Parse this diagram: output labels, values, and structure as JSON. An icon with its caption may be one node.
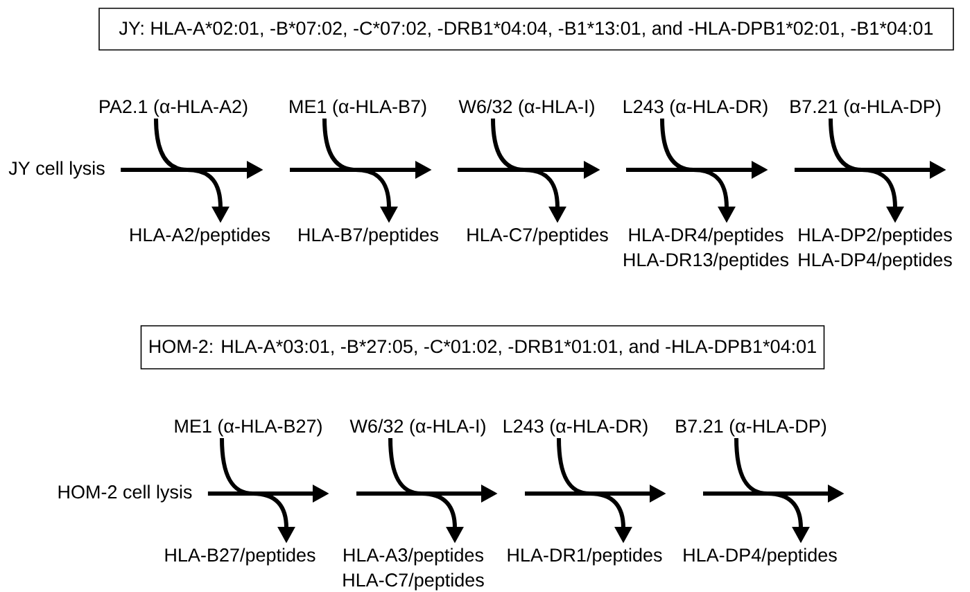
{
  "diagram": {
    "nodes": [
      {
        "text": [
          "JY: HLA-A*02:01, -B*07:02, -C*07:02, -DRB1*04:04, -B1*13:01, and -HLA-DPB1*02:01, -B1*04:01"
        ]
      },
      {
        "text": [
          "JY cell lysis"
        ]
      },
      {
        "text": [
          "PA2.1 (α-HLA-A2)"
        ]
      },
      {
        "text": [
          "ME1 (α-HLA-B7)"
        ]
      },
      {
        "text": [
          "W6/32 (α-HLA-I)"
        ]
      },
      {
        "text": [
          "L243 (α-HLA-DR)"
        ]
      },
      {
        "text": [
          "B7.21 (α-HLA-DP)"
        ]
      },
      {
        "text": [
          "HLA-A2/peptides"
        ]
      },
      {
        "text": [
          "HLA-B7/peptides"
        ]
      },
      {
        "text": [
          "HLA-C7/peptides"
        ]
      },
      {
        "text": [
          "HLA-DR4/peptides",
          "HLA-DR13/peptides"
        ]
      },
      {
        "text": [
          "HLA-DP2/peptides",
          "HLA-DP4/peptides"
        ]
      },
      {
        "text": [
          "HOM-2: HLA-A*03:01, -B*27:05, -C*01:02, -DRB1*01:01, and -HLA-DPB1*04:01"
        ]
      },
      {
        "text": [
          "HOM-2 cell lysis"
        ]
      },
      {
        "text": [
          "ME1 (α-HLA-B27)"
        ]
      },
      {
        "text": [
          "W6/32 (α-HLA-I)"
        ]
      },
      {
        "text": [
          "L243 (α-HLA-DR)"
        ]
      },
      {
        "text": [
          "B7.21 (α-HLA-DP)"
        ]
      },
      {
        "text": [
          "HLA-B27/peptides"
        ]
      },
      {
        "text": [
          "HLA-A3/peptides",
          "HLA-C7/peptides"
        ]
      },
      {
        "text": [
          "HLA-DR1/peptides"
        ]
      },
      {
        "text": [
          "HLA-DP4/peptides"
        ]
      }
    ],
    "edges": [
      {
        "from": 1,
        "to": null,
        "arrow": "to"
      },
      {
        "from": 2,
        "to": 7,
        "arrow": "to"
      },
      {
        "from": 3,
        "to": 8,
        "arrow": "to"
      },
      {
        "from": 4,
        "to": 9,
        "arrow": "to"
      },
      {
        "from": 5,
        "to": 10,
        "arrow": "to"
      },
      {
        "from": 6,
        "to": 11,
        "arrow": "to"
      },
      {
        "from": 13,
        "to": null,
        "arrow": "to"
      },
      {
        "from": 14,
        "to": 18,
        "arrow": "to"
      },
      {
        "from": 15,
        "to": 19,
        "arrow": "to"
      },
      {
        "from": 16,
        "to": 20,
        "arrow": "to"
      },
      {
        "from": 17,
        "to": 21,
        "arrow": "to"
      }
    ]
  }
}
